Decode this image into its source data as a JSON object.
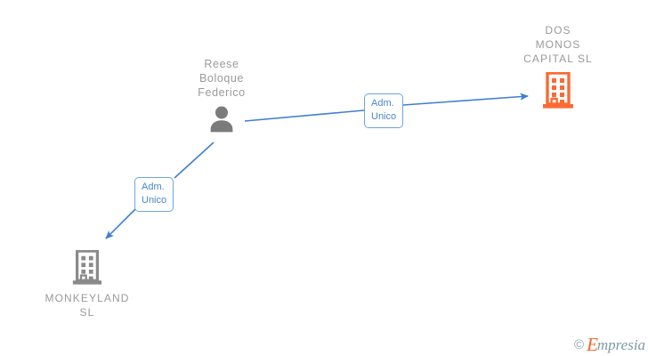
{
  "diagram": {
    "background_color": "#ffffff",
    "edge_color": "#3f7fd0",
    "person_color": "#7b7b7b",
    "company_color_highlight": "#fb6a33",
    "company_color_default": "#8a8a8a",
    "label_text_color": "#9a9a9a",
    "edge_label_text_color": "#4a86c8",
    "edge_label_border_color": "#6ca6e0"
  },
  "nodes": [
    {
      "id": "person",
      "type": "person",
      "icon": "person-icon",
      "label": "Reese\nBoloque\nFederico",
      "color": "#7b7b7b"
    },
    {
      "id": "dos-monos",
      "type": "company",
      "icon": "building-icon",
      "label": "DOS\nMONOS\nCAPITAL  SL",
      "color": "#fb6a33"
    },
    {
      "id": "monkeyland",
      "type": "company",
      "icon": "building-icon",
      "label": "MONKEYLAND\nSL",
      "color": "#8a8a8a"
    }
  ],
  "edges": [
    {
      "id": "edge-person-dos-monos",
      "from": "person",
      "to": "dos-monos",
      "label": "Adm.\nUnico",
      "direction": "to"
    },
    {
      "id": "edge-person-monkeyland",
      "from": "person",
      "to": "monkeyland",
      "label": "Adm.\nUnico",
      "direction": "to"
    }
  ],
  "watermark": {
    "copyright": "©",
    "brand_initial": "E",
    "brand_rest": "mpresia"
  }
}
